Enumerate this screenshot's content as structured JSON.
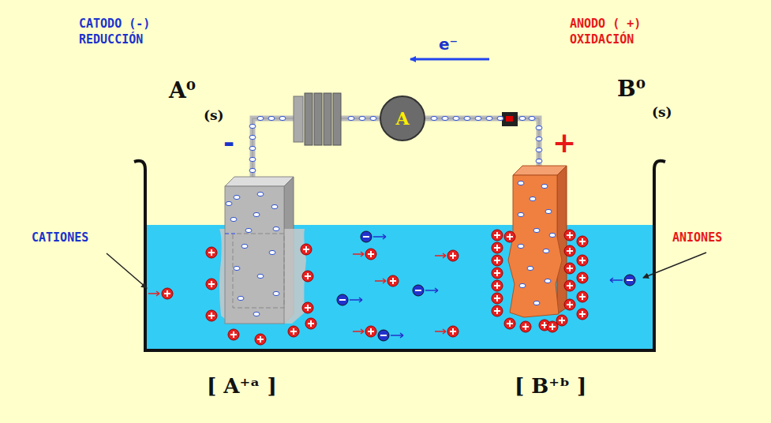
{
  "diagram": {
    "nodes": [
      {
        "text": [
          "A"
        ]
      }
    ],
    "labels": [
      "CATODO (-) REDUCCIÓN",
      "e⁻",
      "ANODO ( +) OXIDACIÓN",
      "A⁰",
      "(s)",
      "-",
      "+",
      "B⁰",
      "(s)",
      "CATIONES",
      "ANIONES",
      "[ A⁺ᵃ ]",
      "[ B⁺ᵇ ]"
    ]
  }
}
